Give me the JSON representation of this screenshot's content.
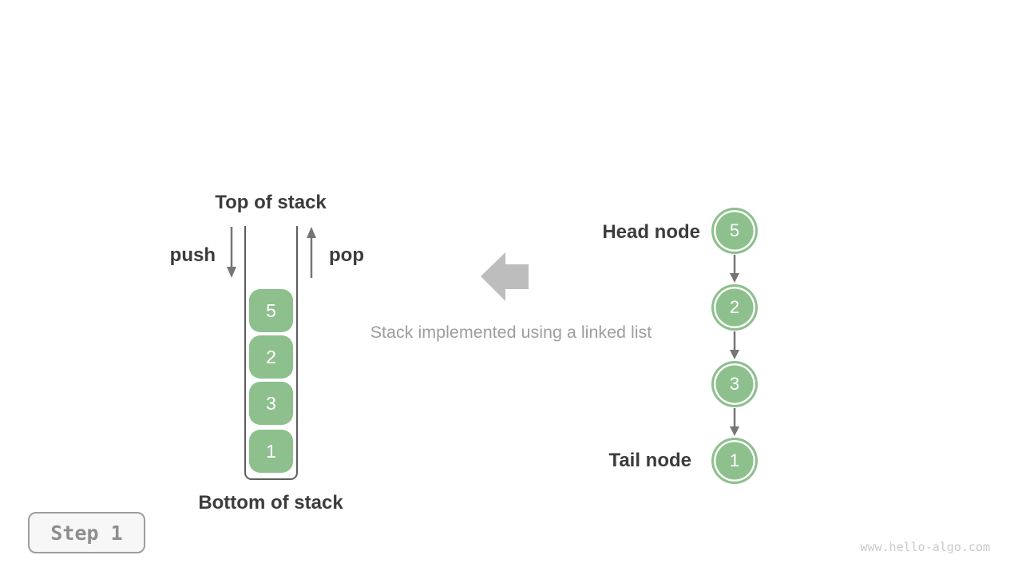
{
  "colors": {
    "green": "#8DC08D",
    "dark_text": "#3C3C3C",
    "arrow_gray": "#757575",
    "caption_gray": "#9E9E9E",
    "block_arrow_gray": "#BDBDBD",
    "wall_gray": "#5F5F5F",
    "badge_text": "#8E8E8E",
    "badge_border": "#9E9E9E",
    "badge_bg": "#F7F7F7",
    "watermark_gray": "#C9C9C9",
    "node_text": "#FFFFFF"
  },
  "stack": {
    "top_label": "Top of stack",
    "bottom_label": "Bottom of stack",
    "push_label": "push",
    "pop_label": "pop",
    "items": [
      "5",
      "2",
      "3",
      "1"
    ]
  },
  "caption": "Stack implemented using a linked list",
  "linked_list": {
    "head_label": "Head node",
    "tail_label": "Tail node",
    "nodes": [
      "5",
      "2",
      "3",
      "1"
    ]
  },
  "step_badge": "Step 1",
  "watermark": "www.hello-algo.com"
}
